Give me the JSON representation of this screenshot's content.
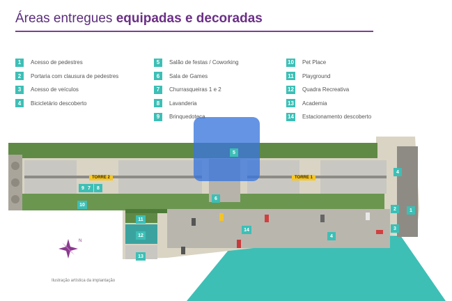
{
  "title": {
    "regular": "Áreas entregues ",
    "bold": "equipadas e decoradas"
  },
  "legend": [
    {
      "num": "1",
      "label": "Acesso de pedestres"
    },
    {
      "num": "2",
      "label": "Portaria com clausura de pedestres"
    },
    {
      "num": "3",
      "label": "Acesso de veículos"
    },
    {
      "num": "4",
      "label": "Bicicletário descoberto"
    },
    {
      "num": "5",
      "label": "Salão de festas / Coworking"
    },
    {
      "num": "6",
      "label": "Sala de Games"
    },
    {
      "num": "7",
      "label": "Churrasqueiras 1 e 2"
    },
    {
      "num": "8",
      "label": "Lavanderia"
    },
    {
      "num": "9",
      "label": "Brinquedoteca"
    },
    {
      "num": "10",
      "label": "Pet Place"
    },
    {
      "num": "11",
      "label": "Playground"
    },
    {
      "num": "12",
      "label": "Quadra Recreativa"
    },
    {
      "num": "13",
      "label": "Academia"
    },
    {
      "num": "14",
      "label": "Estacionamento descoberto"
    }
  ],
  "towers": {
    "t1": "TORRE 1",
    "t2": "TORRE 2"
  },
  "map_tags": {
    "t1": "1",
    "t2": "2",
    "t3": "3",
    "t4a": "4",
    "t4b": "4",
    "t5": "5",
    "t6": "6",
    "t7": "7",
    "t8": "8",
    "t9": "9",
    "t10": "10",
    "t11": "11",
    "t12": "12",
    "t13": "13",
    "t14": "14"
  },
  "caption": "Ilustração artística da implantação",
  "colors": {
    "accent": "#3dbfb6",
    "title": "#6b2f86",
    "tower": "#f7c623",
    "grass": "#5f8a45"
  },
  "icons": {
    "compass": "compass-rose-icon",
    "watermark": "house-logo-watermark"
  }
}
